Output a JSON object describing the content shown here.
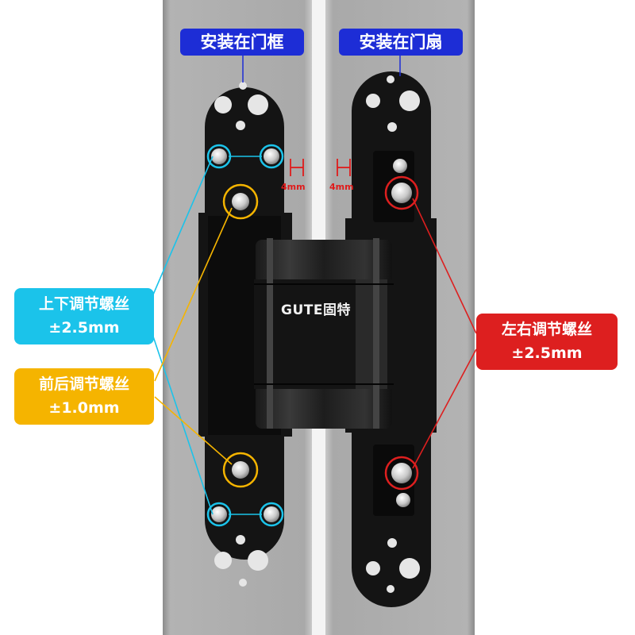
{
  "labels": {
    "frame_mount": "安装在门框",
    "leaf_mount": "安装在门扇"
  },
  "callouts": {
    "vertical": {
      "title": "上下调节螺丝",
      "value": "±2.5mm",
      "color": "#1bc3ea"
    },
    "depth": {
      "title": "前后调节螺丝",
      "value": "±1.0mm",
      "color": "#f5b400"
    },
    "lateral": {
      "title": "左右调节螺丝",
      "value": "±2.5mm",
      "color": "#dd1f1f"
    }
  },
  "dimensions": {
    "left_gap": "4mm",
    "right_gap": "4mm"
  },
  "brand": {
    "logo": "GUTE固特"
  },
  "colors": {
    "tag_blue": "#1d2dd6",
    "hinge_black": "#111111",
    "door_gray": "#a9a9a9",
    "measure_red": "#e01b1b"
  }
}
